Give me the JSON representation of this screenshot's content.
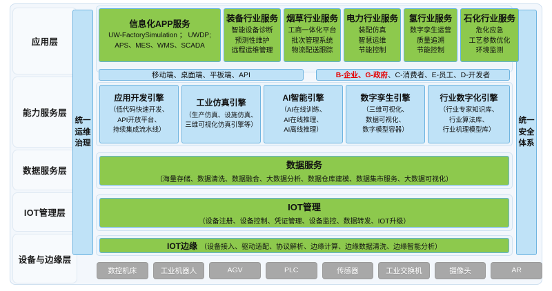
{
  "layers": [
    {
      "label": "应用层"
    },
    {
      "label": "能力服务层"
    },
    {
      "label": "数据服务层"
    },
    {
      "label": "IOT管理层"
    },
    {
      "label": "设备与边缘层"
    }
  ],
  "left_band": {
    "chars": [
      "统一",
      "运维",
      "治理"
    ]
  },
  "right_band": {
    "chars": [
      "统一",
      "安全",
      "体系"
    ]
  },
  "application_layer": {
    "cards": [
      {
        "title": "信息化APP服务",
        "lines": [
          "UW-FactorySimulation ； UWDP;",
          "APS、MES、WMS、SCADA"
        ]
      },
      {
        "title": "装备行业服务",
        "lines": [
          "智能设备诊断",
          "预测性维护",
          "远程运维管理"
        ]
      },
      {
        "title": "烟草行业服务",
        "lines": [
          "工商一体化平台",
          "批次管理系统",
          "物流配送跟踪"
        ]
      },
      {
        "title": "电力行业服务",
        "lines": [
          "装配仿真",
          "智慧运维",
          "节能控制"
        ]
      },
      {
        "title": "氢行业服务",
        "lines": [
          "数字孪生运营",
          "质量追溯",
          "节能控制"
        ]
      },
      {
        "title": "石化行业服务",
        "lines": [
          "危化应急",
          "工艺参数优化",
          "环境监测"
        ]
      }
    ],
    "channel_strip": "移动端、桌面端、平板端、API",
    "audience_strip": {
      "highlight": "B-企业、G-政府",
      "rest": "、C-消费者、E-员工、D-开发者"
    }
  },
  "capability_layer": {
    "engines": [
      {
        "title": "应用开发引擎",
        "lines": [
          "（低代码快速开发、",
          "API开放平台、",
          "持续集成流水线）"
        ]
      },
      {
        "title": "工业仿真引擎",
        "lines": [
          "（生产仿真、设施仿真、",
          "三维可视化仿真引擎等）"
        ]
      },
      {
        "title": "AI智能引擎",
        "lines": [
          "（AI在线训练、",
          "AI在线推理、",
          "AI离线推理）"
        ]
      },
      {
        "title": "数字孪生引擎",
        "lines": [
          "（三维可视化、",
          "数据可视化、",
          "数字模型容器）"
        ]
      },
      {
        "title": "行业数字化引擎",
        "lines": [
          "（行业专家知识库、",
          "行业算法库、",
          "行业机理模型库）"
        ]
      }
    ]
  },
  "data_layer": {
    "title": "数据服务",
    "subtitle": "（海量存储、数据清洗、数据融合、大数据分析、数据仓库建模、数据集市服务、大数据可视化）"
  },
  "iot_layer": {
    "title": "IOT管理",
    "subtitle": "（设备注册、设备控制、凭证管理、设备监控、数据转发、IOT升级）"
  },
  "edge_layer": {
    "title": "IOT边缘",
    "subtitle": "（设备接入、驱动适配、协议解析、边缘计算、边缘数据清洗、边缘智能分析）",
    "devices": [
      "数控机床",
      "工业机器人",
      "AGV",
      "PLC",
      "传感器",
      "工业交换机",
      "摄像头",
      "AR"
    ]
  },
  "colors": {
    "green": "#8dc94d",
    "light_blue": "#bfe2f7",
    "blue_border": "#6fb4e0",
    "panel": "#eef5fb",
    "accent_red": "#e60000",
    "device_gray": "#a8a8a8"
  }
}
